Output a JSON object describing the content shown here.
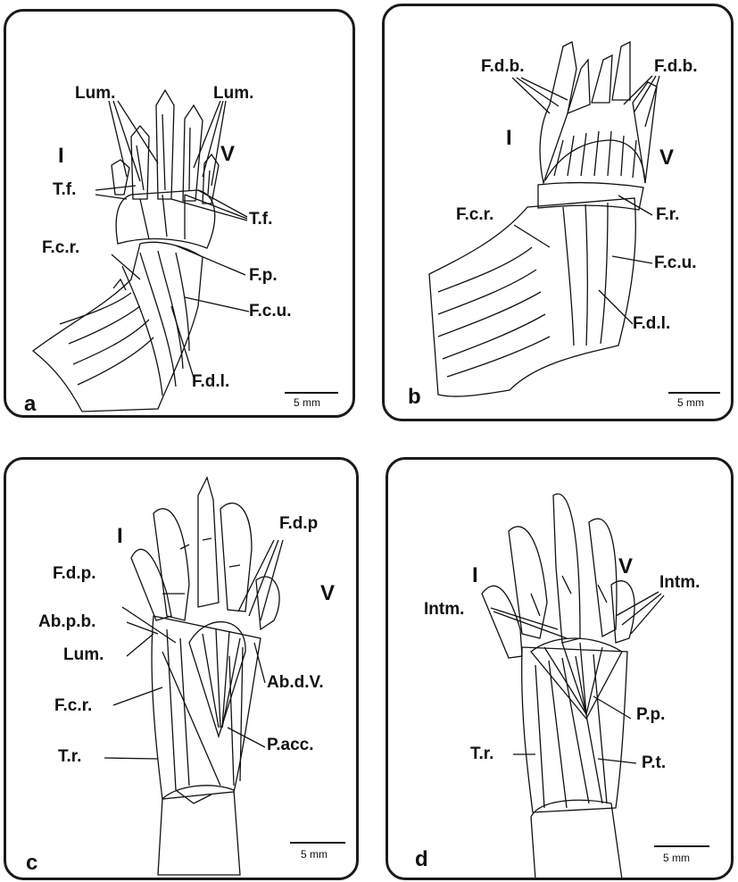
{
  "panels": {
    "a": {
      "letter": "a",
      "scale": "5 mm",
      "digit_first": "I",
      "digit_last": "V",
      "labels": {
        "lum_left": "Lum.",
        "lum_right": "Lum.",
        "tf_left": "T.f.",
        "tf_right": "T.f.",
        "fcr": "F.c.r.",
        "fp": "F.p.",
        "fcu": "F.c.u.",
        "fdl": "F.d.l."
      }
    },
    "b": {
      "letter": "b",
      "scale": "5 mm",
      "digit_first": "I",
      "digit_last": "V",
      "labels": {
        "fdb_left": "F.d.b.",
        "fdb_right": "F.d.b.",
        "fcr": "F.c.r.",
        "fr": "F.r.",
        "fcu": "F.c.u.",
        "fdl": "F.d.l."
      }
    },
    "c": {
      "letter": "c",
      "scale": "5 mm",
      "digit_first": "I",
      "digit_last": "V",
      "labels": {
        "fdp_right": "F.d.p",
        "fdp_left": "F.d.p.",
        "abpb": "Ab.p.b.",
        "lum": "Lum.",
        "abdv": "Ab.d.V.",
        "fcr": "F.c.r.",
        "pacc": "P.acc.",
        "tr": "T.r."
      }
    },
    "d": {
      "letter": "d",
      "scale": "5 mm",
      "digit_first": "I",
      "digit_last": "V",
      "labels": {
        "intm_right": "Intm.",
        "intm_left": "Intm.",
        "pp": "P.p.",
        "tr": "T.r.",
        "pt": "P.t."
      }
    }
  }
}
